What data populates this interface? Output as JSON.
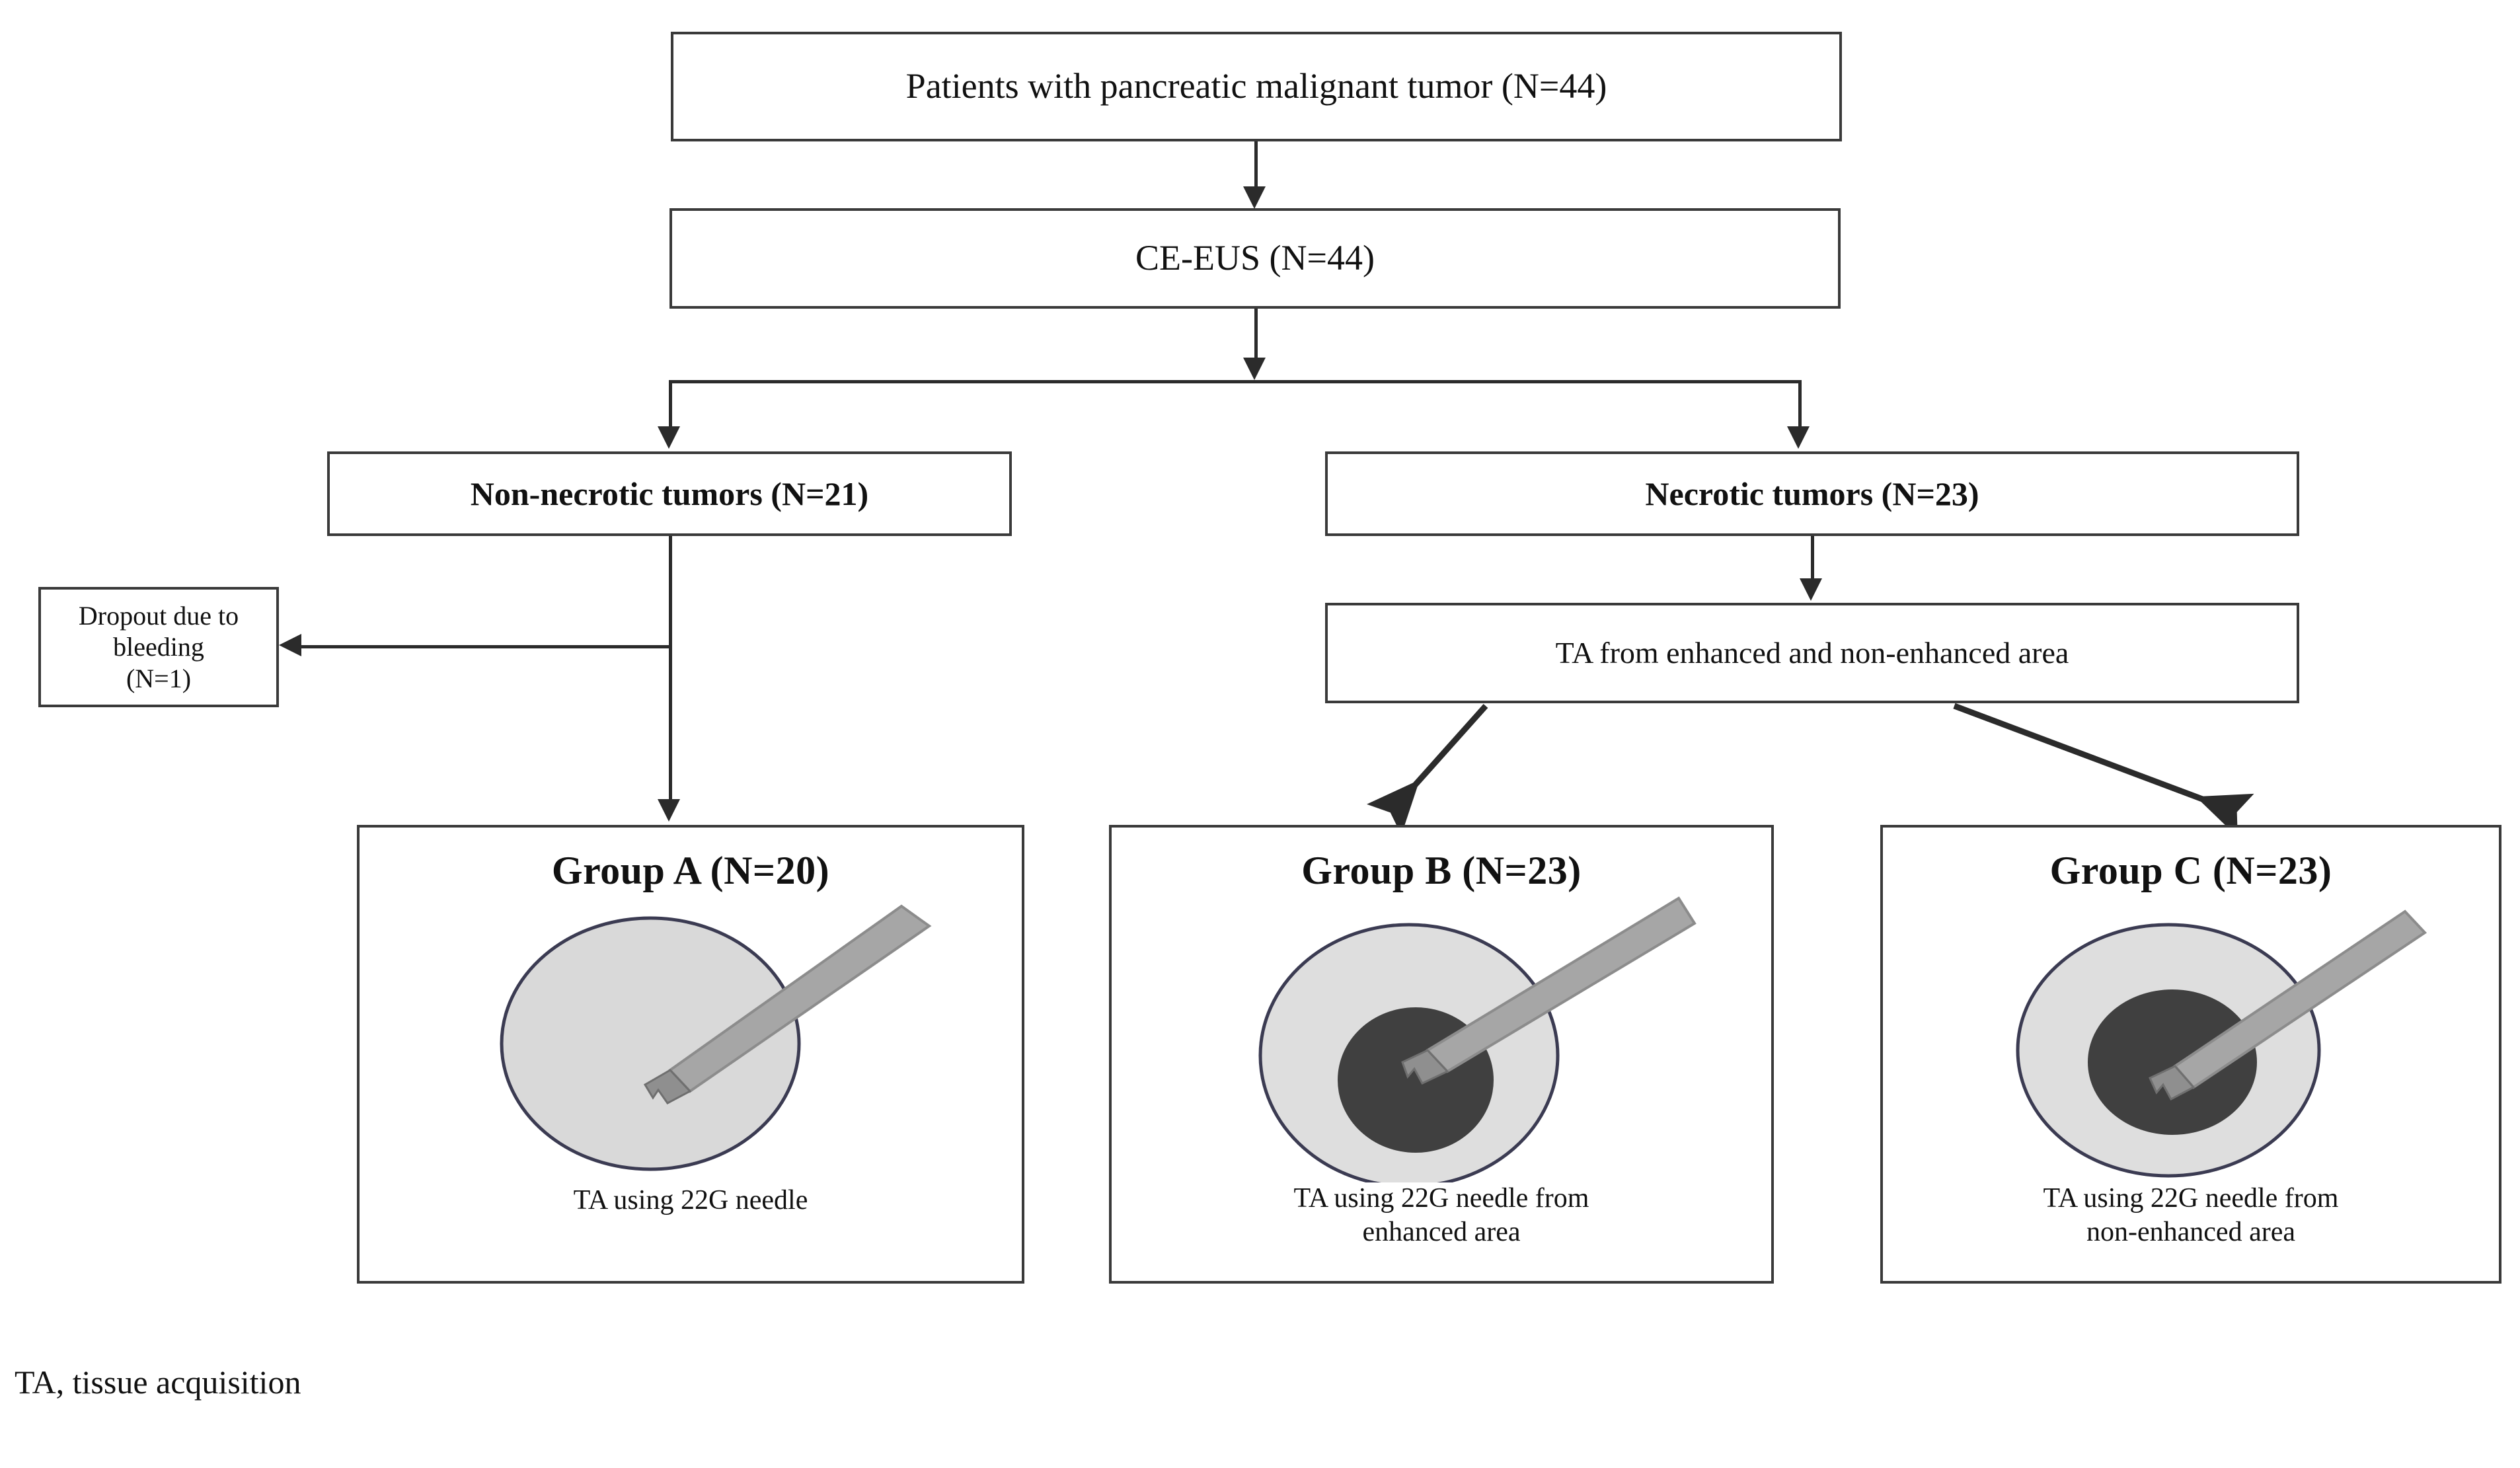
{
  "diagram": {
    "type": "flowchart",
    "title_text": "",
    "nodes": {
      "enrolled": "Patients with pancreatic malignant tumor (N=44)",
      "ceeus": "CE-EUS (N=44)",
      "non_necrotic": "Non-necrotic tumors (N=21)",
      "necrotic": "Necrotic tumors (N=23)",
      "dropout_line1": "Dropout due to bleeding",
      "dropout_line2": "(N=1)",
      "ta_split": "TA from enhanced and non-enhanced area"
    },
    "groups": [
      {
        "id": "group-a",
        "title": "Group A (N=20)",
        "caption": "TA using 22G needle",
        "figure": {
          "outer_fill": "#d9d9d9",
          "outer_stroke": "#3b3b52",
          "has_core": false,
          "core_fill": "",
          "needle_fill": "#a6a6a6",
          "needle_stroke": "#8c8c8c",
          "needle_target": "tumor-body"
        }
      },
      {
        "id": "group-b",
        "title": "Group B (N=23)",
        "caption_line1": "TA using 22G needle from",
        "caption_line2": "enhanced area",
        "figure": {
          "outer_fill": "#dedede",
          "outer_stroke": "#3b3b52",
          "has_core": true,
          "core_fill": "#404040",
          "needle_fill": "#a6a6a6",
          "needle_stroke": "#8c8c8c",
          "needle_target": "enhanced-rim"
        }
      },
      {
        "id": "group-c",
        "title": "Group C (N=23)",
        "caption_line1": "TA using 22G needle from",
        "caption_line2": "non-enhanced area",
        "figure": {
          "outer_fill": "#dedede",
          "outer_stroke": "#3b3b52",
          "has_core": true,
          "core_fill": "#404040",
          "needle_fill": "#a6a6a6",
          "needle_stroke": "#8c8c8c",
          "needle_target": "non-enhanced-core"
        }
      }
    ],
    "footnote": "TA, tissue acquisition",
    "colors": {
      "box_border": "#3a3a3a",
      "connector": "#2b2b2b",
      "text": "#111111",
      "background": "#ffffff"
    }
  }
}
